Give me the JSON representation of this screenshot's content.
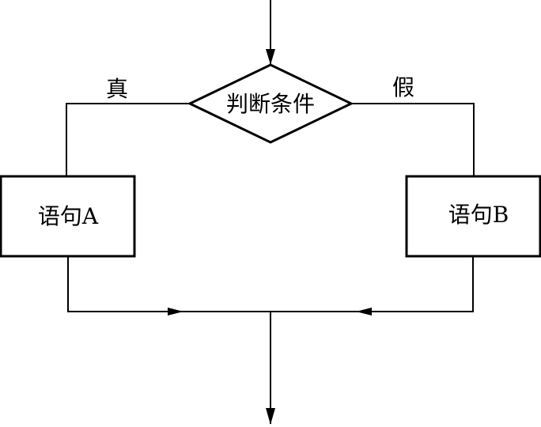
{
  "flowchart": {
    "decision": {
      "label": "判断条件"
    },
    "branch_true": {
      "label": "真"
    },
    "branch_false": {
      "label": "假"
    },
    "box_a": {
      "label": "语句A"
    },
    "box_b": {
      "label": "语句B"
    }
  }
}
